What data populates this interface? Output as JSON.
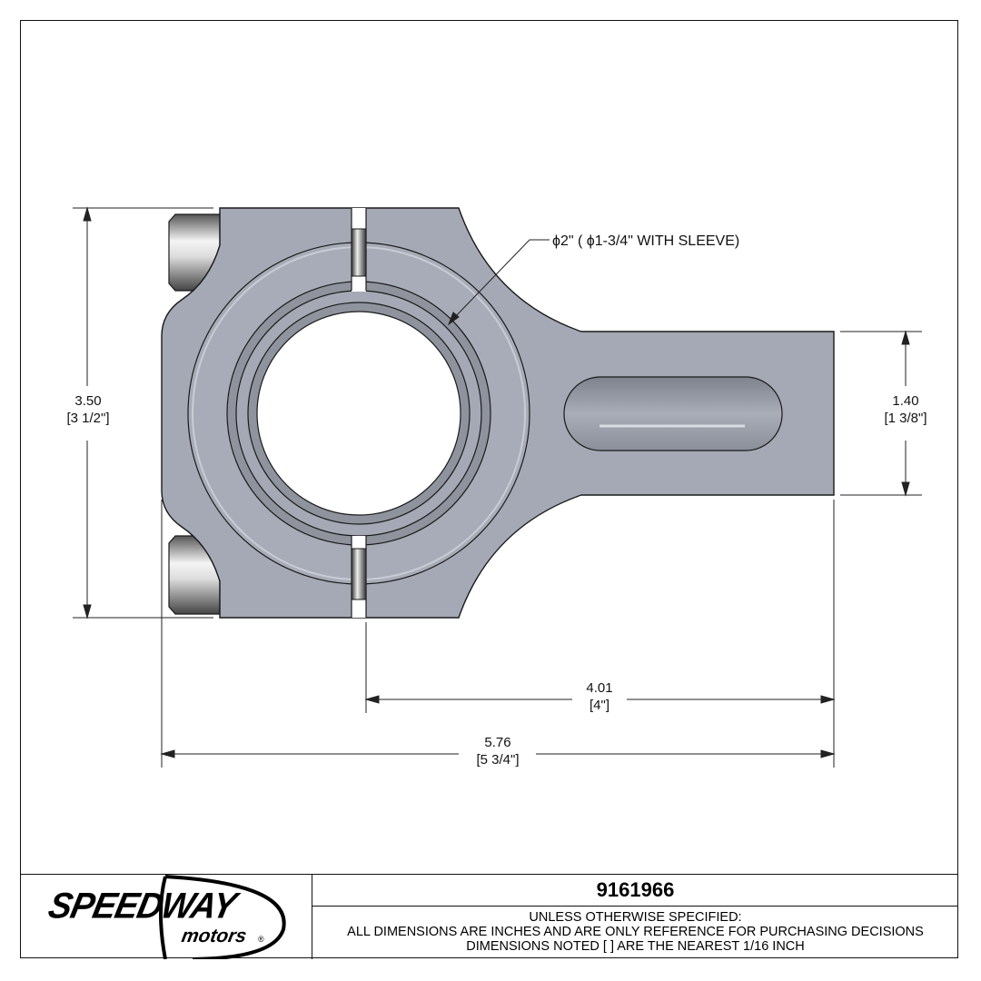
{
  "drawing": {
    "callout_bore": "ϕ2\" ( ϕ1-3/4\" WITH SLEEVE)",
    "dimensions": {
      "overall_height": {
        "decimal": "3.50",
        "fraction": "[3 1/2\"]"
      },
      "arm_height": {
        "decimal": "1.40",
        "fraction": "[1 3/8\"]"
      },
      "center_to_end": {
        "decimal": "4.01",
        "fraction": "[4\"]"
      },
      "overall_length": {
        "decimal": "5.76",
        "fraction": "[5 3/4\"]"
      }
    },
    "colors": {
      "part_fill": "#a4a9b5",
      "outline": "#1a1a1a",
      "bolt": "#8a8a8a"
    }
  },
  "title_block": {
    "logo_main": "SPEEDWAY",
    "logo_sub": "motors",
    "logo_mark": "®",
    "part_number": "9161966",
    "notes": [
      "UNLESS OTHERWISE SPECIFIED:",
      "ALL DIMENSIONS ARE INCHES AND ARE ONLY REFERENCE FOR PURCHASING DECISIONS",
      "DIMENSIONS NOTED [ ] ARE THE NEAREST 1/16 INCH"
    ]
  }
}
